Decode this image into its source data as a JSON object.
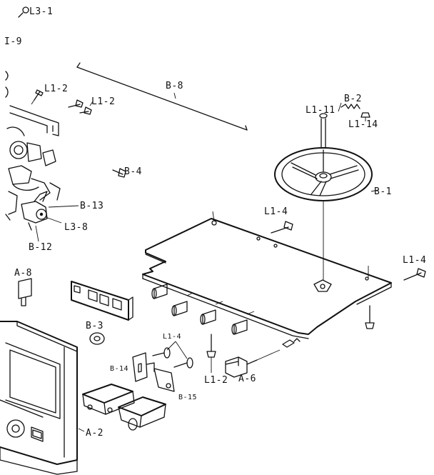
{
  "labels": {
    "l3_1": "L3-1",
    "l1_9": "I-9",
    "l1_2_top": "L1-2",
    "l1_2_mid": "L1-2",
    "b_8": "B-8",
    "l1_11": "L1-11",
    "b_2": "B-2",
    "l1_14": "L1-14",
    "b_4": "B-4",
    "b_1": "B-1",
    "b_13": "B-13",
    "l1_4_top": "L1-4",
    "l3_8": "L3-8",
    "b_12": "B-12",
    "a_8": "A-8",
    "l1_4_right": "L1-4",
    "b_3": "B-3",
    "l1_4_mid": "L1-4",
    "b_14": "B-14",
    "l1_2_bottom": "L1-2",
    "a_6": "A-6",
    "b_15": "B-15",
    "a_2": "A-2"
  },
  "colors": {
    "ink": "#111111",
    "paper": "#ffffff"
  }
}
